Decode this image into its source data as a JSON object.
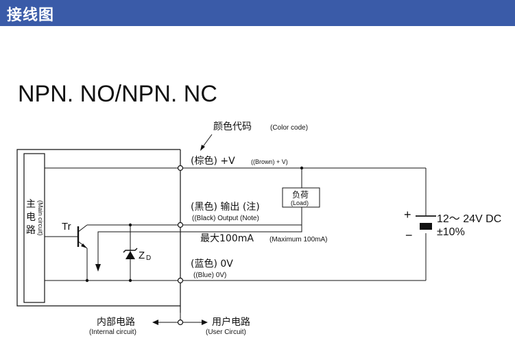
{
  "header": {
    "title": "接线图",
    "bg_color": "#3a5ba8",
    "text_color": "#ffffff"
  },
  "diagram": {
    "title": "NPN. NO/NPN. NC",
    "color_code_cn": "颜色代码",
    "color_code_en": "(Color code)",
    "main_circuit_cn": [
      "主",
      "电",
      "路"
    ],
    "main_circuit_en": "(Main circuit)",
    "transistor_label": "Tr",
    "zener_label": "Z",
    "zener_sub": "D",
    "brown_cn": "(棕色) +V",
    "brown_en": "((Brown) + V)",
    "load_cn": "负荷",
    "load_en": "(Load)",
    "black_cn": "(黑色) 输出 (注)",
    "black_en": "((Black) Output (Note)",
    "max_current_cn": "最大100mA",
    "max_current_en": "(Maximum 100mA)",
    "blue_cn": "(蓝色) 0V",
    "blue_en": "((Blue) 0V)",
    "supply_voltage": "12～ 24V DC",
    "supply_tolerance": "±10%",
    "plus_sign": "+",
    "minus_sign": "−",
    "internal_cn": "内部电路",
    "internal_en": "(Internal circuit)",
    "user_cn": "用户电路",
    "user_en": "(User Circuit)"
  }
}
